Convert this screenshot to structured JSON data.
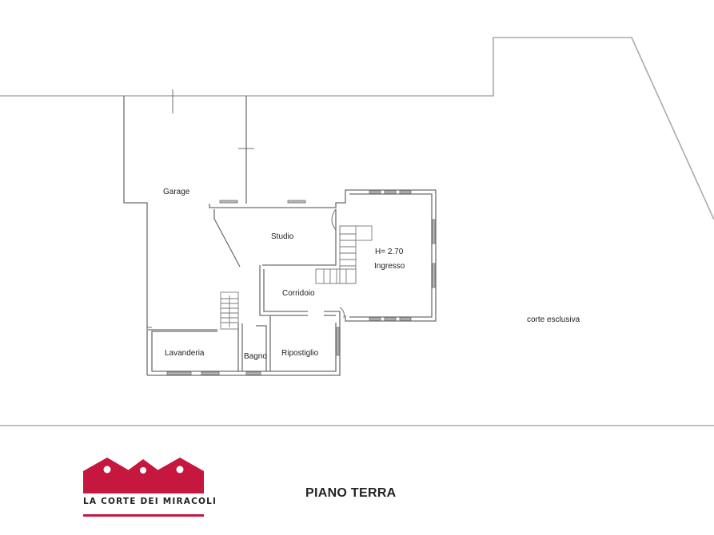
{
  "plan": {
    "title": "PIANO TERRA",
    "ceiling_height": "H= 2.70",
    "rooms": {
      "garage": "Garage",
      "studio": "Studio",
      "ingresso": "Ingresso",
      "corridoio": "Corridoio",
      "lavanderia": "Lavanderia",
      "bagno": "Bagno",
      "ripostiglio": "Ripostiglio",
      "corte": "corte esclusiva"
    }
  },
  "brand": {
    "name": "LA CORTE DEI MIRACOLI",
    "color": "#c6173e"
  }
}
